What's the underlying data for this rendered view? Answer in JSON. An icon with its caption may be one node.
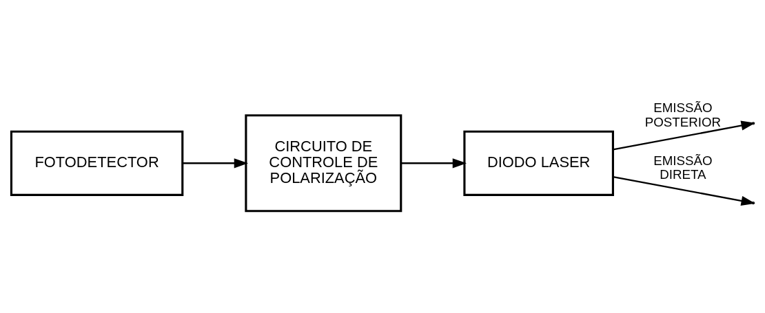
{
  "diagram": {
    "nodes": [
      {
        "text": [
          "CIRCUITO DE CONTROLE DE POLARIZAÇÃO"
        ]
      },
      {
        "text": [
          "FOTODETECTOR"
        ]
      },
      {
        "text": [
          "DIODO LASER"
        ]
      }
    ],
    "edges": [
      {
        "from": 1,
        "to": 0,
        "arrow": "to"
      },
      {
        "from": 0,
        "to": 2,
        "arrow": "to"
      },
      {
        "from": 2,
        "to": null,
        "arrow": "to",
        "label": "EMISSÃO POSTERIOR"
      },
      {
        "from": 2,
        "to": null,
        "arrow": "to",
        "label": "EMISSÃO DIRETA"
      }
    ]
  }
}
